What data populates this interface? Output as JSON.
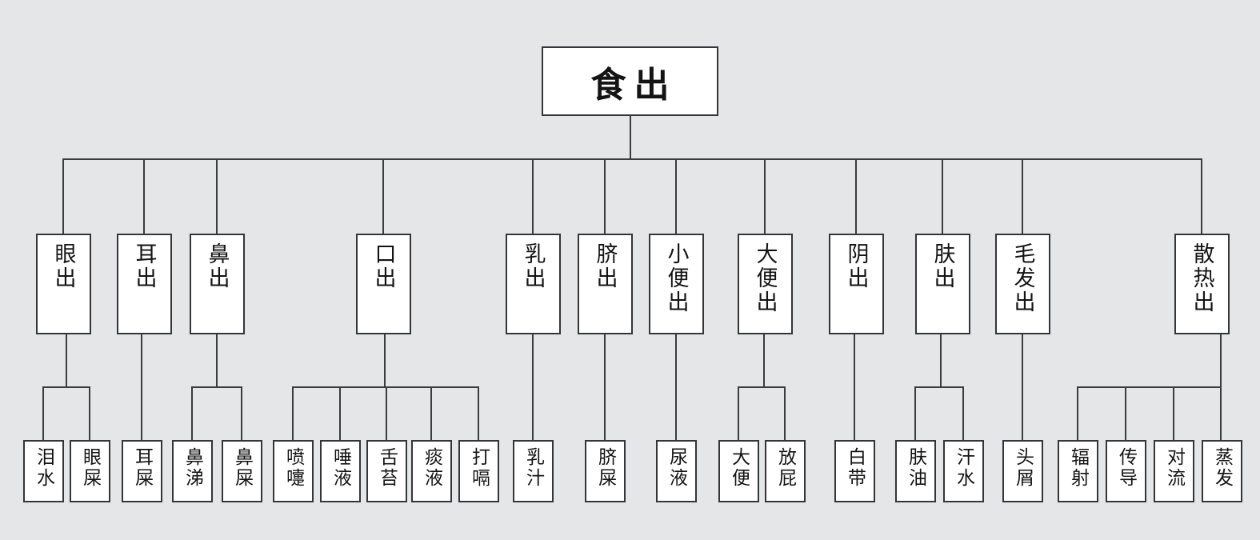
{
  "diagram": {
    "title": "食出 excretion tree diagram",
    "root": {
      "label": "食出"
    },
    "branches": [
      {
        "label": "眼出",
        "children": [
          "泪水",
          "眼屎"
        ]
      },
      {
        "label": "耳出",
        "children": [
          "耳屎"
        ]
      },
      {
        "label": "鼻出",
        "children": [
          "鼻涕",
          "鼻屎"
        ]
      },
      {
        "label": "口出",
        "children": [
          "喷嚏",
          "唾液",
          "舌苔",
          "痰液",
          "打嗝"
        ]
      },
      {
        "label": "乳出",
        "children": [
          "乳汁"
        ]
      },
      {
        "label": "脐出",
        "children": [
          "脐屎"
        ]
      },
      {
        "label": "小便出",
        "children": [
          "尿液"
        ]
      },
      {
        "label": "大便出",
        "children": [
          "大便",
          "放屁"
        ]
      },
      {
        "label": "阴出",
        "children": [
          "白带"
        ]
      },
      {
        "label": "肤出",
        "children": [
          "肤油",
          "汗水"
        ]
      },
      {
        "label": "毛发出",
        "children": [
          "头屑"
        ]
      },
      {
        "label": "散热出",
        "children": [
          "辐射",
          "传导",
          "对流",
          "蒸发"
        ]
      }
    ],
    "colors": {
      "background": "#e5e6e8",
      "box_fill": "#ffffff",
      "box_border": "#333538",
      "connector": "#3a3c3e",
      "text": "#141414"
    }
  }
}
